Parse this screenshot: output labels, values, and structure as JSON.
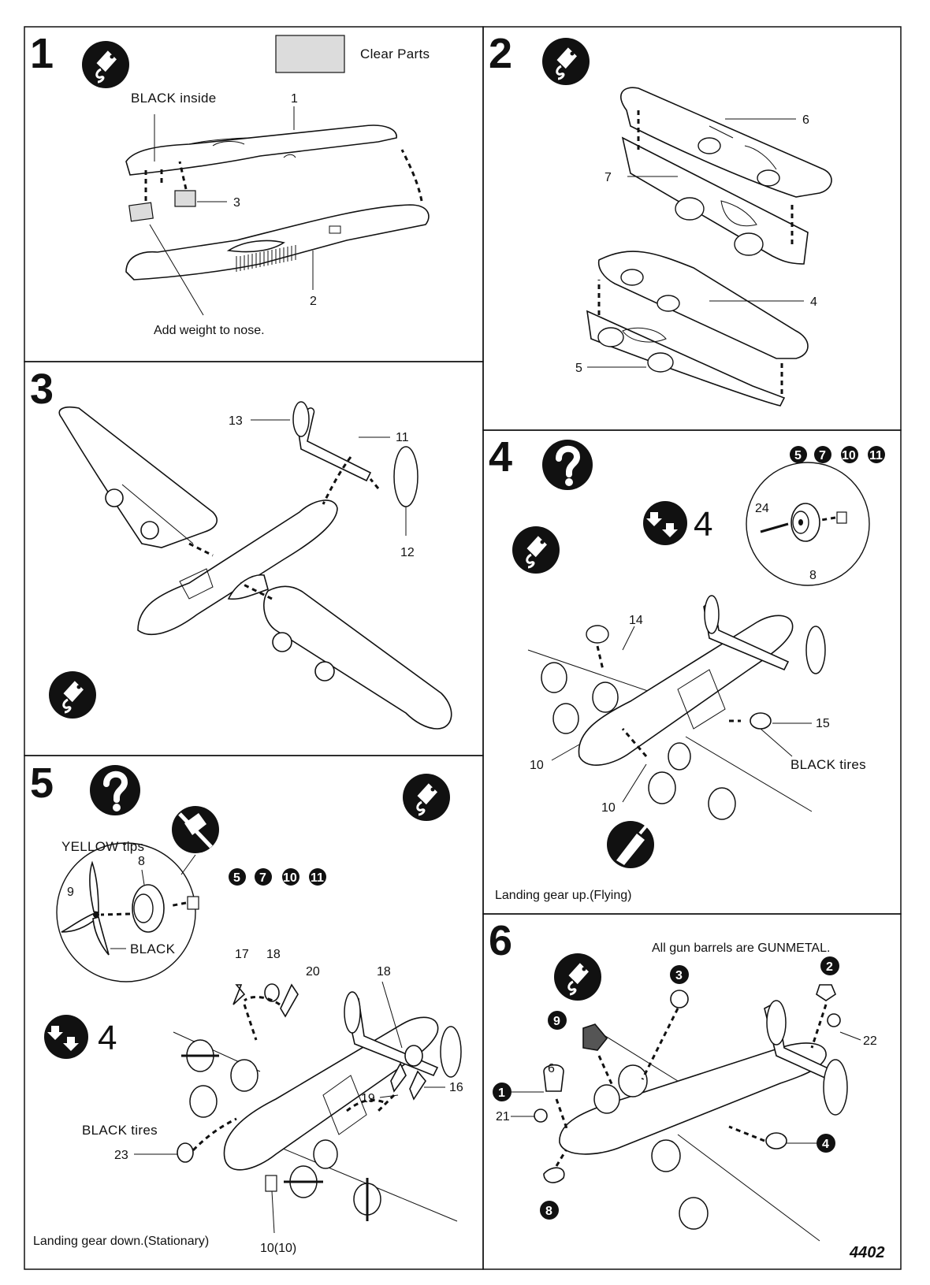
{
  "steps": [
    {
      "number": "1",
      "notes": {
        "clear_parts": "Clear Parts",
        "black_inside": "BLACK inside",
        "weight": "Add weight to nose."
      },
      "parts": [
        "1",
        "2",
        "3"
      ]
    },
    {
      "number": "2",
      "parts": [
        "6",
        "7",
        "4",
        "5"
      ]
    },
    {
      "number": "3",
      "parts": [
        "13",
        "11",
        "12"
      ]
    },
    {
      "number": "4",
      "notes": {
        "qty": "4",
        "black_tires": "BLACK tires",
        "caption": "Landing gear up.(Flying)"
      },
      "paint_refs": [
        "5",
        "7",
        "10",
        "11"
      ],
      "parts": [
        "24",
        "8",
        "14",
        "15",
        "10",
        "10"
      ]
    },
    {
      "number": "5",
      "notes": {
        "yellow_tips": "YELLOW tips",
        "black": "BLACK",
        "qty": "4",
        "black_tires": "BLACK tires",
        "caption": "Landing gear down.(Stationary)"
      },
      "paint_refs": [
        "5",
        "7",
        "10",
        "11"
      ],
      "parts": [
        "8",
        "9",
        "17",
        "18",
        "20",
        "18",
        "19",
        "16",
        "23",
        "10(10)"
      ]
    },
    {
      "number": "6",
      "notes": {
        "gunmetal": "All gun barrels are GUNMETAL."
      },
      "callouts": [
        "1",
        "2",
        "3",
        "4",
        "6",
        "8",
        "9"
      ],
      "parts": [
        "21",
        "22"
      ]
    }
  ],
  "kit_code": "4402",
  "icons": [
    "paint-tag-icon",
    "question-icon",
    "repeat-icon",
    "no-paint-icon",
    "cement-brush-icon"
  ],
  "colors": {
    "ink": "#111111",
    "clear_swatch": "#dcdcdc"
  }
}
